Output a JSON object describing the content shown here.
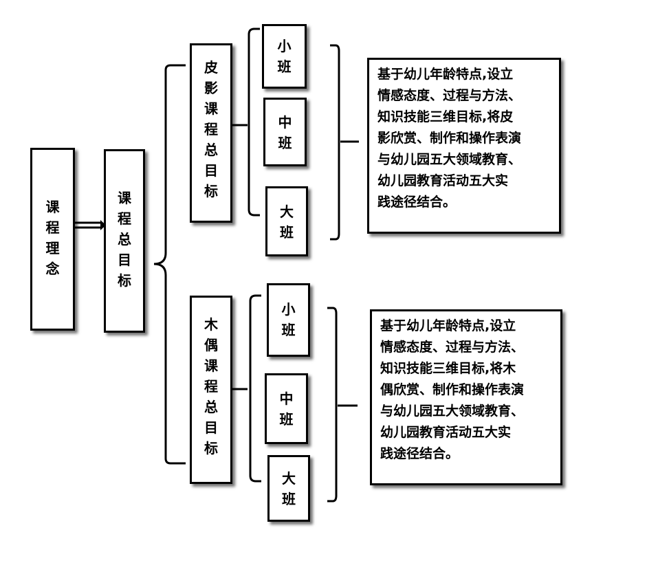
{
  "root": {
    "label": "课\n程\n理\n念"
  },
  "overall_goal": {
    "label": "课\n程\n总\n目\n标"
  },
  "branches": [
    {
      "label": "皮\n影\n课\n程\n总\n目\n标",
      "classes": [
        "小\n班",
        "中\n班",
        "大\n班"
      ],
      "description": "基于幼儿年龄特点,设立\n情感态度、过程与方法、\n知识技能三维目标,将皮\n影欣赏、制作和操作表演\n与幼儿园五大领域教育、\n幼儿园教育活动五大实\n践途径结合。"
    },
    {
      "label": "木\n偶\n课\n程\n总\n目\n标",
      "classes": [
        "小\n班",
        "中\n班",
        "大\n班"
      ],
      "description": "基于幼儿年龄特点,设立\n情感态度、过程与方法、\n知识技能三维目标,将木\n偶欣赏、制作和操作表演\n与幼儿园五大领域教育、\n幼儿园教育活动五大实\n践途径结合。"
    }
  ]
}
